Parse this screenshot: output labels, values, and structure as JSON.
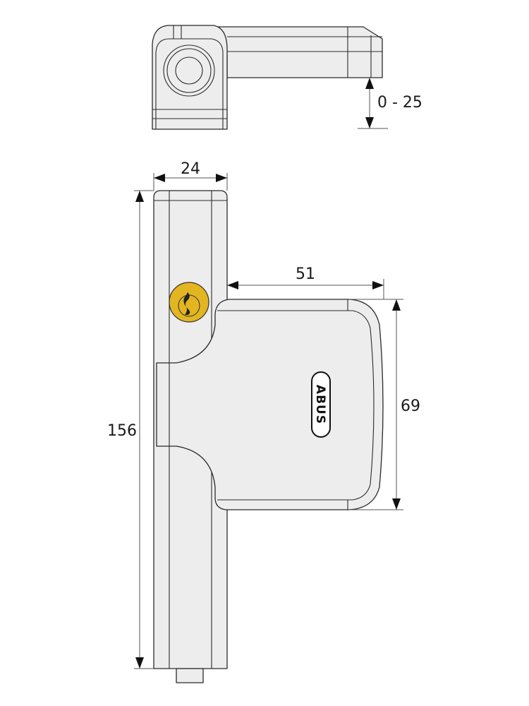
{
  "top_view": {
    "dimension_label": "0 - 25"
  },
  "front_view": {
    "width_label": "24",
    "plate_width_label": "51",
    "plate_height_label": "69",
    "total_height_label": "156",
    "brand_logo": "ABUS"
  },
  "colors": {
    "body_fill": "#ededed",
    "outline": "#2a2a2a",
    "key_cylinder": "#e3b521"
  }
}
